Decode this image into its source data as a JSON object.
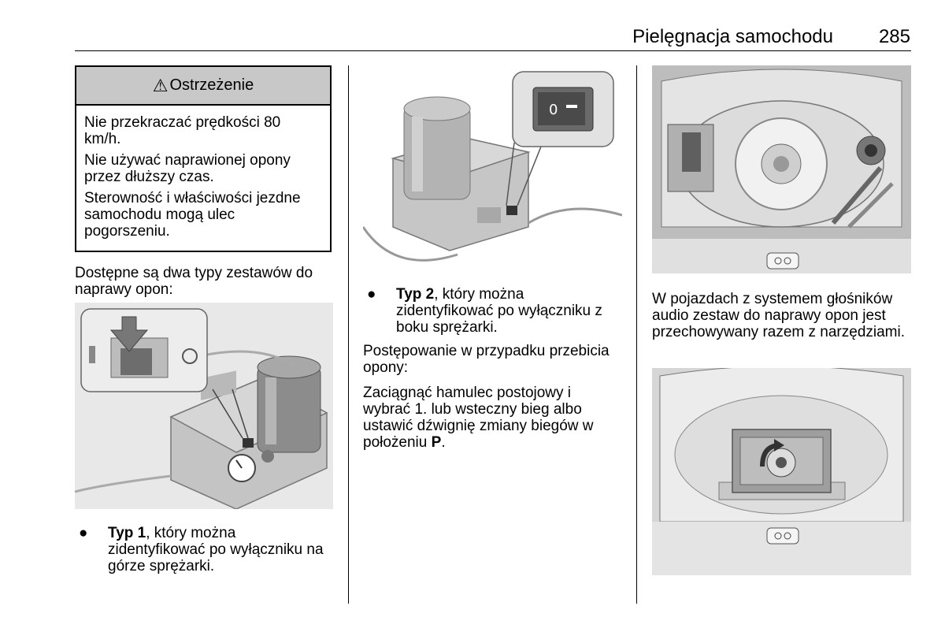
{
  "header": {
    "title": "Pielęgnacja samochodu",
    "page_number": "285"
  },
  "warning": {
    "icon": "warning-triangle-icon",
    "title": "Ostrzeżenie",
    "lines": [
      "Nie przekraczać prędkości 80 km/h.",
      "Nie używać naprawionej opony przez dłuższy czas.",
      "Sterowność i właściwości jezdne samochodu mogą ulec pogorszeniu."
    ]
  },
  "col1": {
    "intro": "Dostępne są dwa typy zestawów do naprawy opon:",
    "bullet_type1_bold": "Typ 1",
    "bullet_type1_text": ", który można zidentyfikować po wyłączniku na górze sprężarki."
  },
  "col2": {
    "bullet_type2_bold": "Typ 2",
    "bullet_type2_text": ", który można zidentyfikować po wyłączniku z boku sprężarki.",
    "procedure_intro": "Postępowanie w przypadku przebicia opony:",
    "procedure_text": "Zaciągnąć hamulec postojowy i wybrać 1. lub wsteczny bieg albo ustawić dźwignię zmiany biegów w położeniu ",
    "procedure_bold": "P",
    "procedure_end": "."
  },
  "col3": {
    "text": "W pojazdach z systemem głośników audio zestaw do naprawy opon jest przechowywany razem z narzędziami."
  },
  "bullet_symbol": "●"
}
